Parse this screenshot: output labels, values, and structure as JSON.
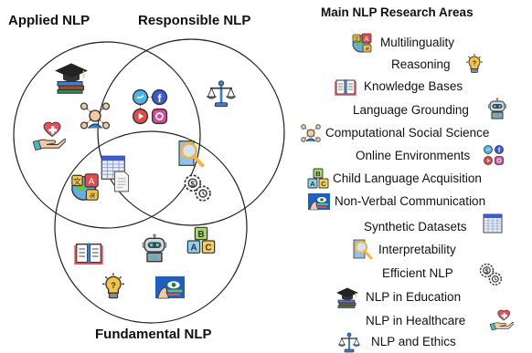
{
  "venn": {
    "sets": {
      "applied": "Applied NLP",
      "responsible": "Responsible NLP",
      "fundamental": "Fundamental NLP"
    }
  },
  "legend": {
    "title": "Main NLP Research Areas",
    "items": [
      {
        "label": "Multilinguality",
        "icon": "multilingual-icon"
      },
      {
        "label": "Reasoning",
        "icon": "lightbulb-icon"
      },
      {
        "label": "Knowledge Bases",
        "icon": "book-icon"
      },
      {
        "label": "Language Grounding",
        "icon": "robot-icon"
      },
      {
        "label": "Computational Social Science",
        "icon": "people-network-icon"
      },
      {
        "label": "Online Environments",
        "icon": "social-media-icon"
      },
      {
        "label": "Child Language Acquisition",
        "icon": "abc-blocks-icon"
      },
      {
        "label": "Non-Verbal Communication",
        "icon": "gesture-eye-icon"
      },
      {
        "label": "Synthetic Datasets",
        "icon": "spreadsheet-icon"
      },
      {
        "label": "Interpretability",
        "icon": "magnifier-icon"
      },
      {
        "label": "Efficient NLP",
        "icon": "gears-icon"
      },
      {
        "label": "NLP in Education",
        "icon": "graduation-icon"
      },
      {
        "label": "NLP in Healthcare",
        "icon": "health-hand-icon"
      },
      {
        "label": "NLP and Ethics",
        "icon": "scales-icon"
      }
    ]
  },
  "colors": {
    "circle_stroke": "#222222",
    "heart": "#e8505b",
    "bulb": "#f5c242",
    "blue": "#3b7dd8",
    "teal": "#4db6c4"
  }
}
